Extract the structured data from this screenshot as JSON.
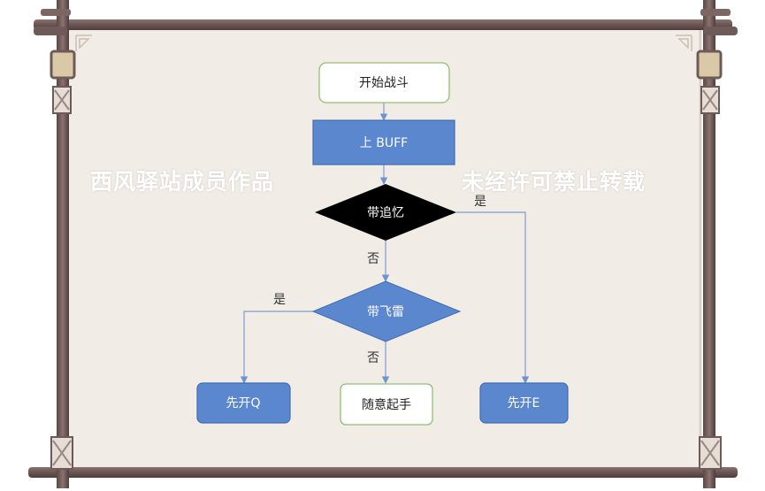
{
  "colors": {
    "node_blue": "#5b87cf",
    "node_blue_border": "#3f6db2",
    "node_green_border": "#8fc071",
    "decision_black": "#000000",
    "edge": "#7b9bd0",
    "parchment": "#f1ede6",
    "wood": "#6e5a58"
  },
  "diagram": {
    "nodes": {
      "start": "开始战斗",
      "buff": "上 BUFF",
      "decision_recall": "带追忆",
      "decision_thunder": "带飞雷",
      "q_first": "先开Q",
      "random": "随意起手",
      "e_first": "先开E"
    },
    "edges": {
      "recall_yes": "是",
      "recall_no": "否",
      "thunder_yes": "是",
      "thunder_no": "否"
    }
  },
  "watermark": {
    "left": "西风驿站成员作品",
    "right": "未经许可禁止转载"
  }
}
